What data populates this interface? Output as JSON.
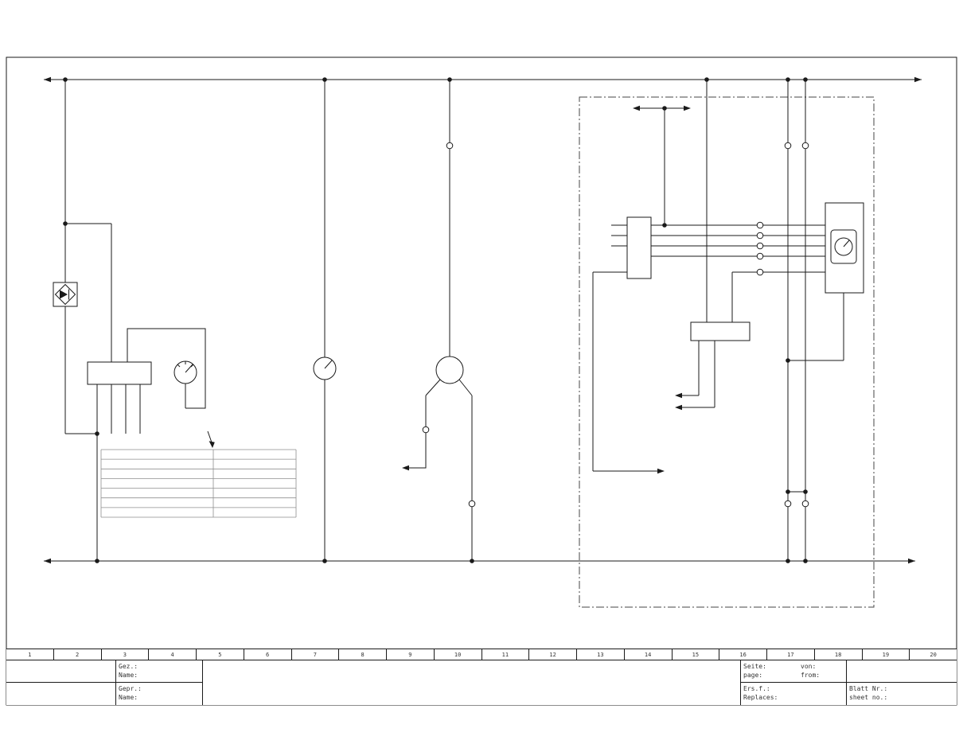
{
  "colors": {
    "line": "#1a1a1a",
    "table_line": "#8f8f8f",
    "dash_box": "#444444",
    "text": "#333333",
    "background": "#ffffff"
  },
  "strip": {
    "columns": [
      "1",
      "2",
      "3",
      "4",
      "5",
      "6",
      "7",
      "8",
      "9",
      "10",
      "11",
      "12",
      "13",
      "14",
      "15",
      "16",
      "17",
      "18",
      "19",
      "20"
    ]
  },
  "title_block": {
    "gez": "Gez.:",
    "gez_name": "Name:",
    "gepr": "Gepr.:",
    "gepr_name": "Name:",
    "seite": "Seite:",
    "page": "page:",
    "von": "von:",
    "from": "from:",
    "ersf": "Ers.f.:",
    "replaces": "Replaces:",
    "blatt": "Blatt Nr.:",
    "sheet": "sheet no.:"
  }
}
